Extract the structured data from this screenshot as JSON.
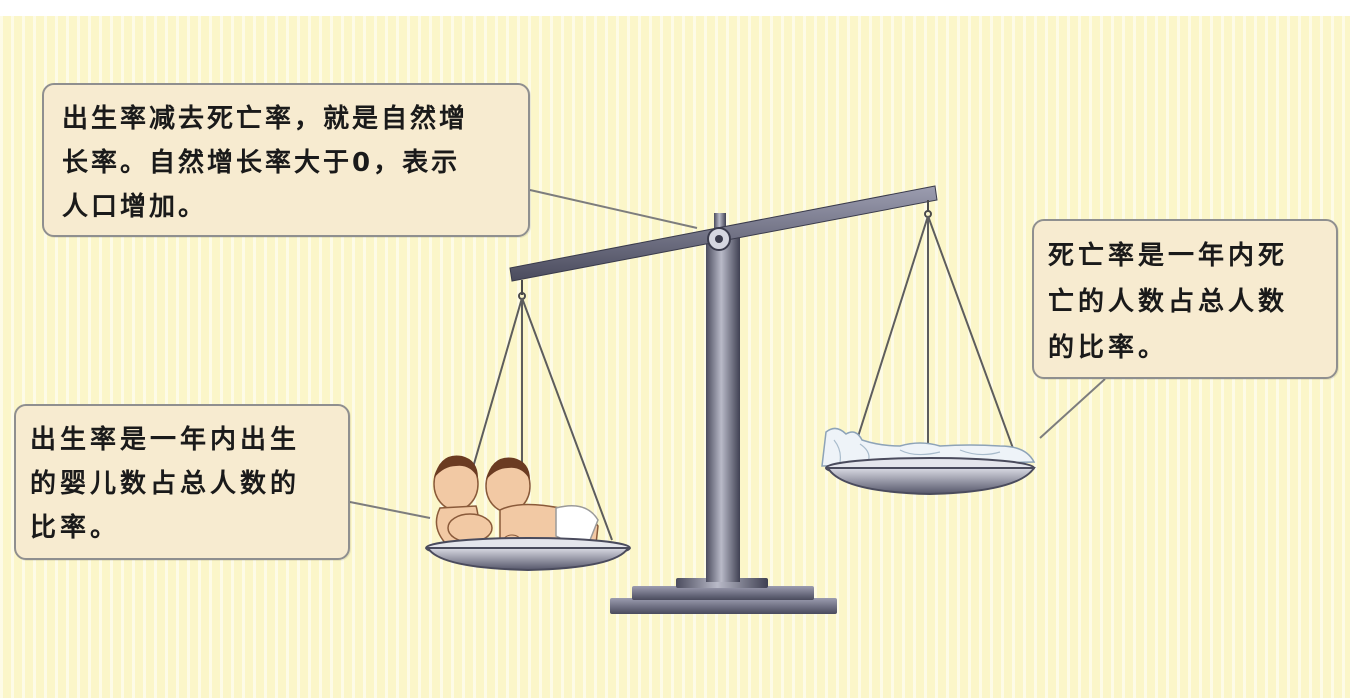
{
  "callouts": {
    "natural_growth": {
      "lines": [
        "出生率减去死亡率，就是自然增",
        "长率。自然增长率大于0，表示",
        "人口增加。"
      ]
    },
    "death_rate": {
      "lines": [
        "死亡率是一年内死",
        "亡的人数占总人数",
        "的比率。"
      ]
    },
    "birth_rate": {
      "lines": [
        "出生率是一年内出生",
        "的婴儿数占总人数的",
        "比率。"
      ]
    }
  },
  "colors": {
    "background": "#fbf6c9",
    "callout_fill": "#f7ebd0",
    "callout_border": "#8f8f8f",
    "scale_metal": "#6a6b7e",
    "text": "#1a1a1a"
  },
  "illustration": {
    "left_pan_content": "two crawling babies",
    "right_pan_content": "covered body under white sheet",
    "tilt": "left pan lower, right pan higher"
  }
}
